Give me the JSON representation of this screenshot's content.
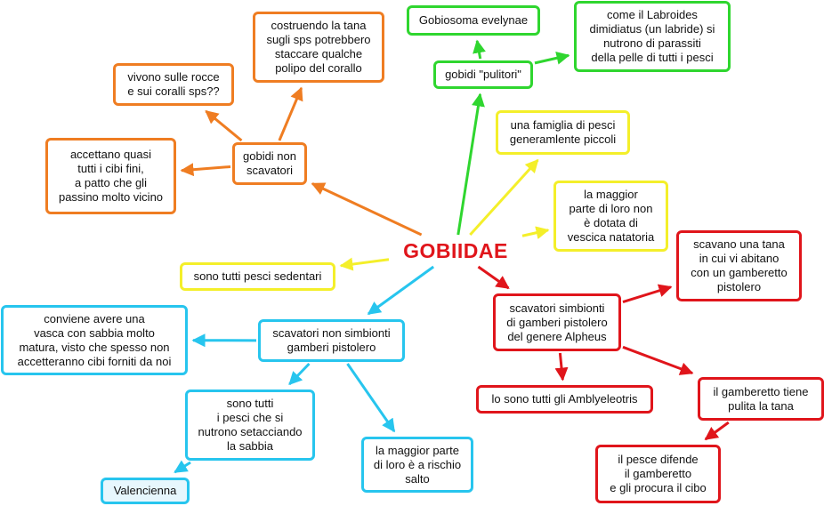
{
  "colors": {
    "orange": "#ef7d22",
    "green": "#2fd62f",
    "yellow": "#f4ef2a",
    "red": "#e0151b",
    "blue": "#27c5ee"
  },
  "root": {
    "label": "GOBIIDAE"
  },
  "nodes": {
    "gobidi_non_scavatori": "gobidi non\nscavatori",
    "vivono_rocce": "vivono sulle rocce\ne sui coralli sps??",
    "costruendo_tana": "costruendo la tana\nsugli sps potrebbero\nstaccare qualche\npolipo del corallo",
    "accettano_cibi": "accettano quasi\ntutti i cibi fini,\na patto che gli\npassino molto vicino",
    "gobiosoma": "Gobiosoma evelynae",
    "gobidi_pulitori": "gobidi \"pulitori\"",
    "labroides": "come il Labroides\ndimidiatus (un labride) si\nnutrono di parassiti\ndella pelle di tutti i pesci",
    "famiglia_piccoli": "una famiglia di pesci\ngeneramlente piccoli",
    "vescica": "la maggior\nparte di loro non\nè dotata di\nvescica natatoria",
    "sedentari": "sono tutti pesci sedentari",
    "scavano_tana": "scavano una tana\nin cui vi abitano\ncon un gamberetto\npistolero",
    "scavatori_simbionti": "scavatori simbionti\ndi gamberi pistolero\ndel genere Alpheus",
    "amblyeleotris": "lo sono tutti gli Amblyeleotris",
    "gamberetto_pulita": "il gamberetto tiene\npulita la tana",
    "pesce_difende": "il pesce difende\nil gamberetto\ne gli procura il cibo",
    "scavatori_non_simbionti": "scavatori non simbionti\ngamberi pistolero",
    "conviene_sabbia": "conviene avere una\nvasca con sabbia molto\nmatura, visto che spesso non\naccetteranno cibi forniti da noi",
    "setacciando": "sono tutti\ni pesci che si\nnutrono setacciando\nla sabbia",
    "rischio_salto": "la maggior parte\ndi loro è a rischio\nsalto",
    "valenciennea": "Valencienna"
  },
  "links": [
    {
      "from": "root",
      "to": "gobidi_non_scavatori",
      "color": "orange"
    },
    {
      "from": "gobidi_non_scavatori",
      "to": "vivono_rocce",
      "color": "orange"
    },
    {
      "from": "gobidi_non_scavatori",
      "to": "costruendo_tana",
      "color": "orange"
    },
    {
      "from": "gobidi_non_scavatori",
      "to": "accettano_cibi",
      "color": "orange"
    },
    {
      "from": "root",
      "to": "gobidi_pulitori",
      "color": "green"
    },
    {
      "from": "gobidi_pulitori",
      "to": "gobiosoma",
      "color": "green"
    },
    {
      "from": "gobidi_pulitori",
      "to": "labroides",
      "color": "green"
    },
    {
      "from": "root",
      "to": "famiglia_piccoli",
      "color": "yellow"
    },
    {
      "from": "root",
      "to": "vescica",
      "color": "yellow"
    },
    {
      "from": "root",
      "to": "sedentari",
      "color": "yellow"
    },
    {
      "from": "root",
      "to": "scavatori_simbionti",
      "color": "red"
    },
    {
      "from": "scavatori_simbionti",
      "to": "scavano_tana",
      "color": "red"
    },
    {
      "from": "scavatori_simbionti",
      "to": "amblyeleotris",
      "color": "red"
    },
    {
      "from": "scavatori_simbionti",
      "to": "gamberetto_pulita",
      "color": "red"
    },
    {
      "from": "gamberetto_pulita",
      "to": "pesce_difende",
      "color": "red"
    },
    {
      "from": "root",
      "to": "scavatori_non_simbionti",
      "color": "blue"
    },
    {
      "from": "scavatori_non_simbionti",
      "to": "conviene_sabbia",
      "color": "blue"
    },
    {
      "from": "scavatori_non_simbionti",
      "to": "setacciando",
      "color": "blue"
    },
    {
      "from": "scavatori_non_simbionti",
      "to": "rischio_salto",
      "color": "blue"
    },
    {
      "from": "setacciando",
      "to": "valenciennea",
      "color": "blue"
    }
  ]
}
